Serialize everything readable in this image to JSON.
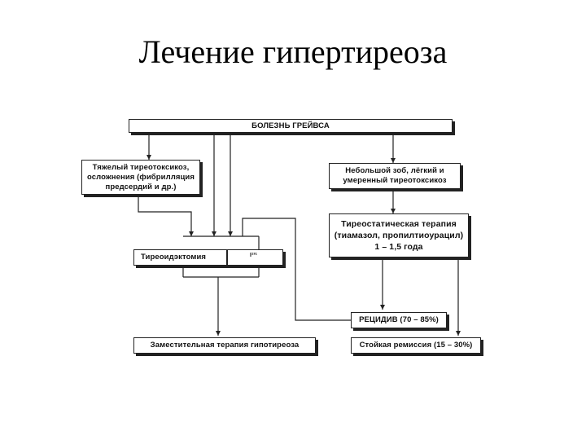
{
  "title": "Лечение гипертиреоза",
  "flowchart": {
    "graves": "БОЛЕЗНЬ ГРЕЙВСА",
    "severe": [
      "Тяжелый тиреотоксикоз,",
      "осложнения (фибрилляция",
      "предсердий и др.)"
    ],
    "small_goiter": [
      "Небольшой зоб, лёгкий и",
      "умеренный тиреотоксикоз"
    ],
    "thyrostatic": [
      "Тиреостатическая терапия",
      "(тиамазол, пропилтиоурацил)",
      "1 – 1,5 года"
    ],
    "thyroidectomy": "Тиреоидэктомия",
    "i131": "I¹³¹",
    "relapse": "РЕЦИДИВ (70 – 85%)",
    "replacement": "Заместительная терапия гипотиреоза",
    "remission": "Стойкая ремиссия (15 – 30%)"
  }
}
